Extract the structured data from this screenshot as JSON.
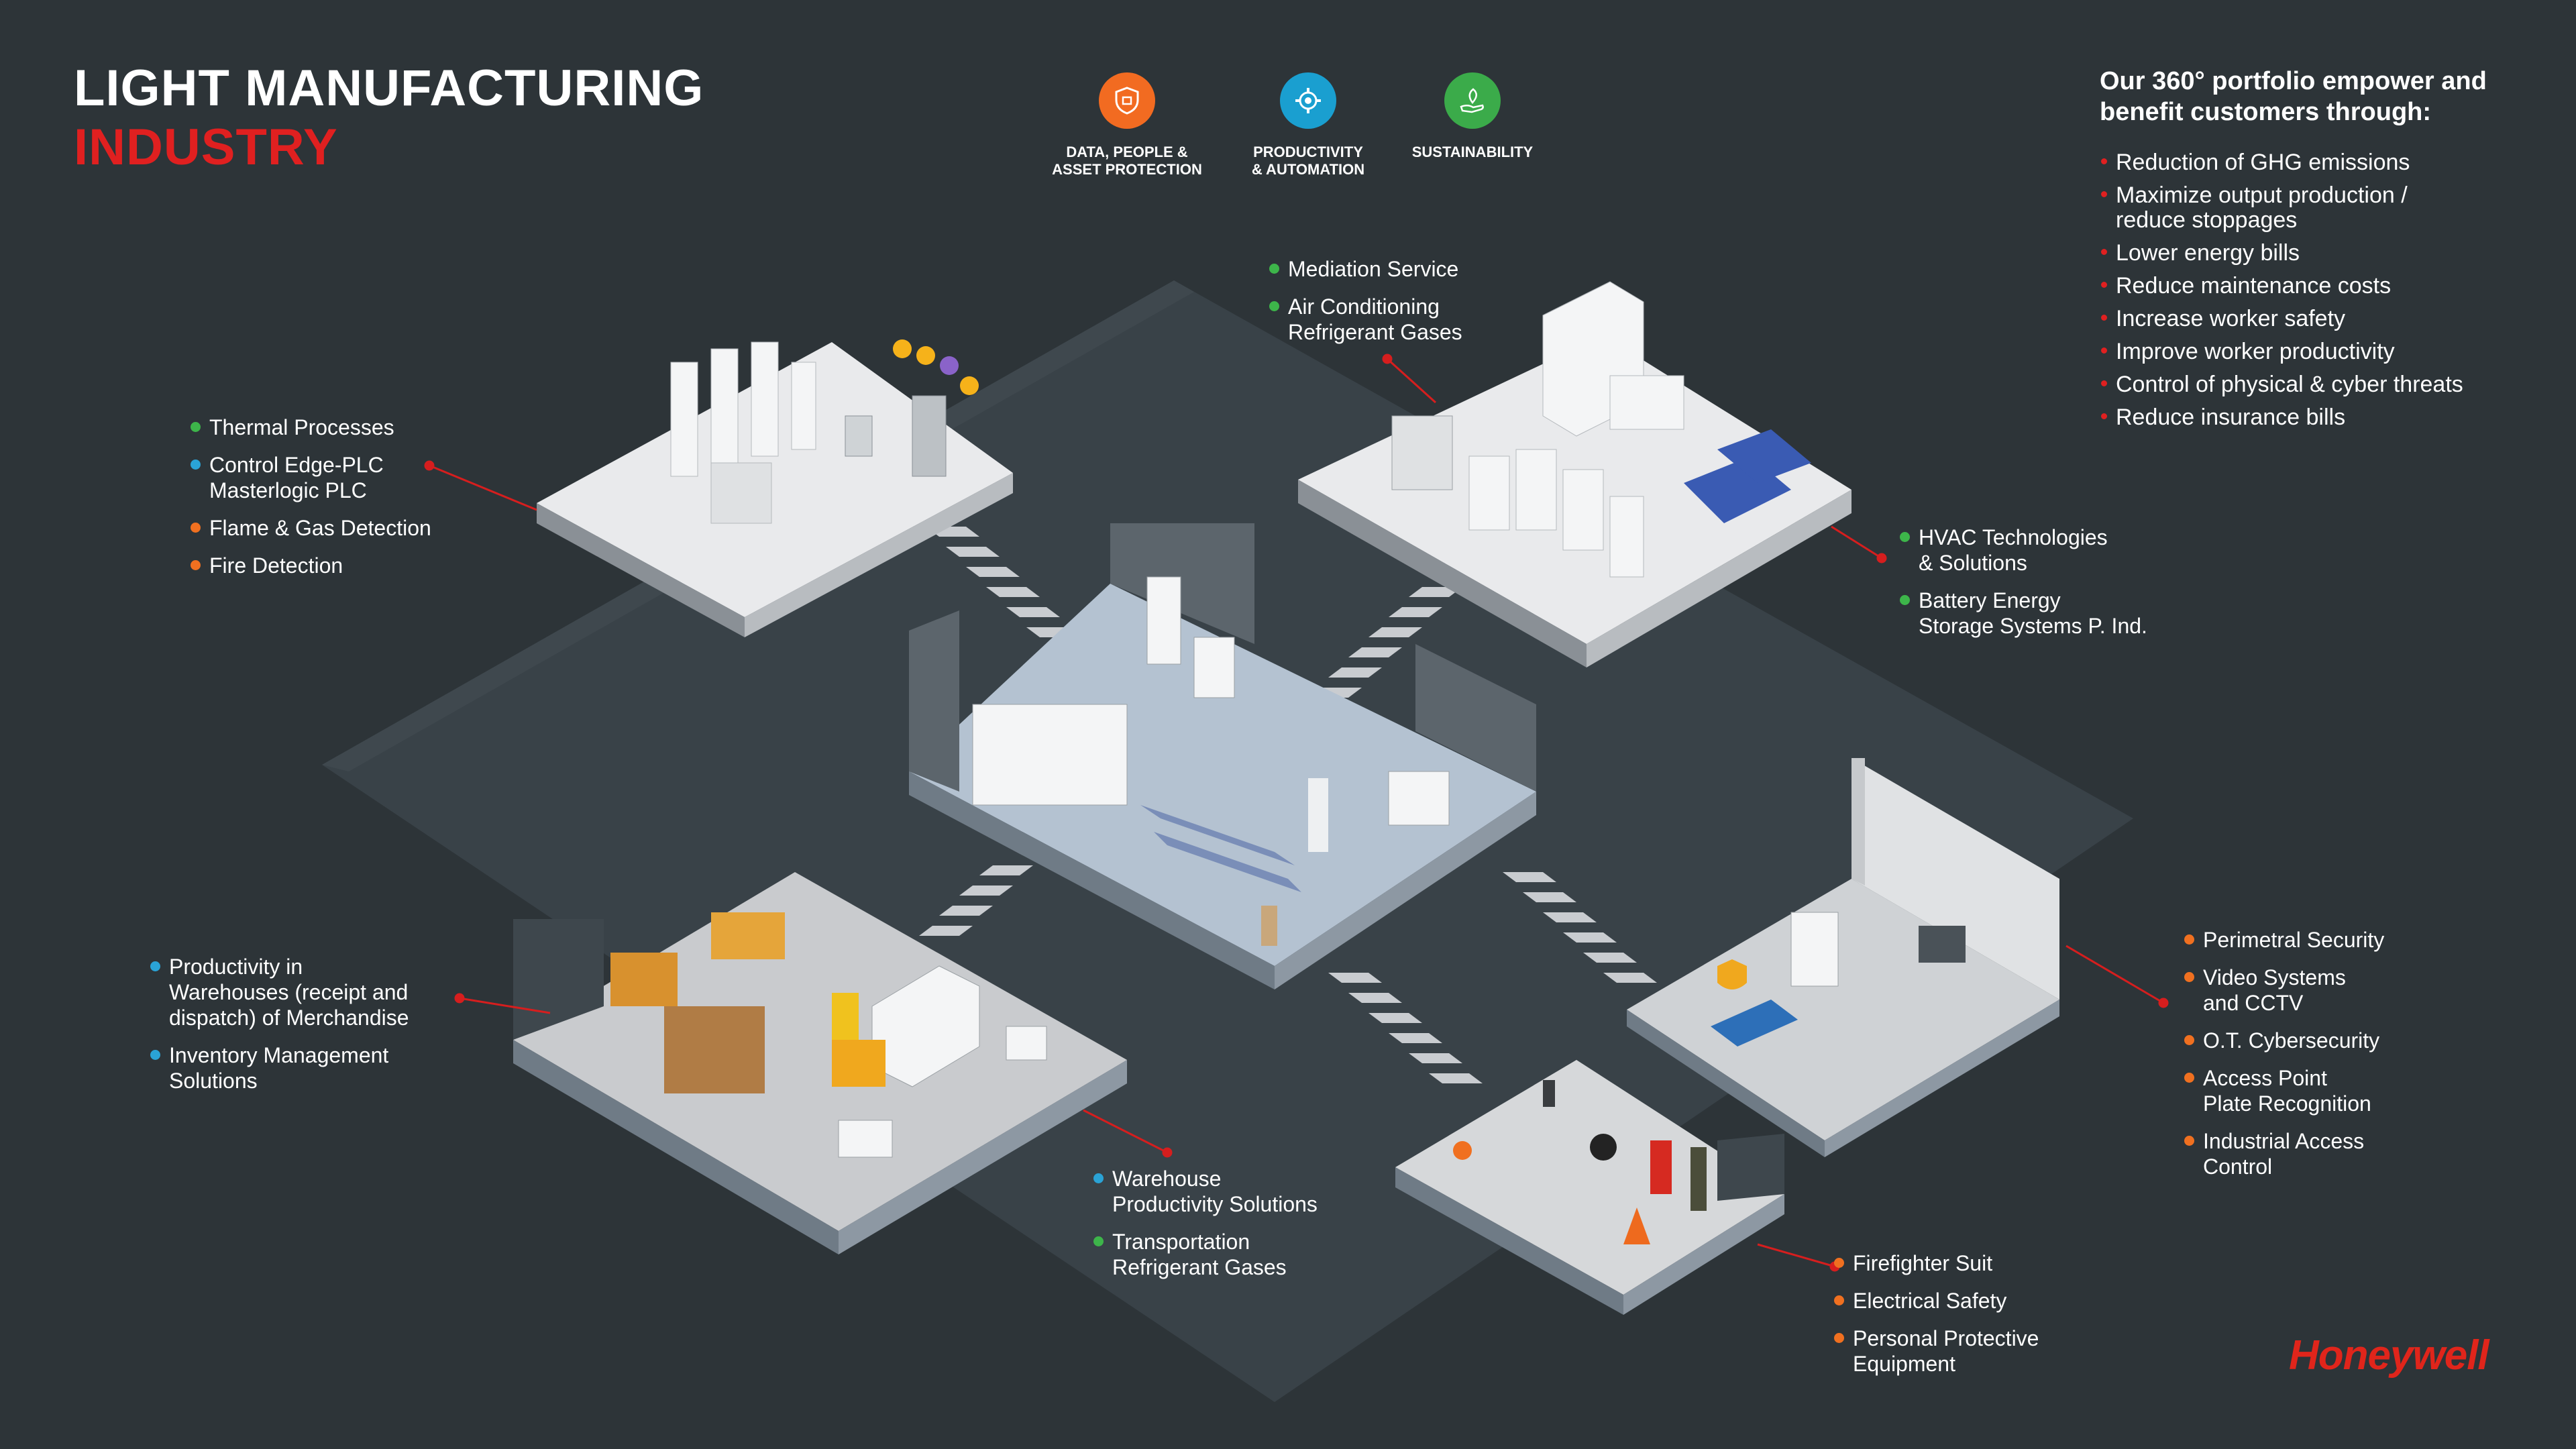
{
  "header": {
    "title_line1": "LIGHT MANUFACTURING",
    "title_line2": "INDUSTRY"
  },
  "pillars": [
    {
      "label_line1": "DATA, PEOPLE &",
      "label_line2": "ASSET PROTECTION",
      "color": "#f26b21",
      "icon": "shield-icon"
    },
    {
      "label_line1": "PRODUCTIVITY",
      "label_line2": "& AUTOMATION",
      "color": "#1a9fd0",
      "icon": "gear-icon"
    },
    {
      "label_line1": "SUSTAINABILITY",
      "label_line2": "",
      "color": "#3bab4a",
      "icon": "leaf-hand-icon"
    }
  ],
  "benefits": {
    "heading_line1": "Our 360° portfolio empower and",
    "heading_line2": "benefit  customers through:",
    "items": [
      "Reduction of GHG emissions",
      "Maximize output production /",
      "reduce stoppages",
      "Lower energy bills",
      "Reduce maintenance costs",
      "Increase worker safety",
      "Improve worker productivity",
      "Control of physical & cyber threats",
      "Reduce insurance bills"
    ]
  },
  "callouts": {
    "thermal": {
      "items": [
        {
          "line1": "Thermal Processes",
          "line2": "",
          "color": "green"
        },
        {
          "line1": "Control Edge-PLC",
          "line2": "Masterlogic PLC",
          "color": "blue"
        },
        {
          "line1": "Flame & Gas Detection",
          "line2": "",
          "color": "orange"
        },
        {
          "line1": "Fire Detection",
          "line2": "",
          "color": "orange"
        }
      ]
    },
    "utilities_top": {
      "items": [
        {
          "line1": "Mediation Service",
          "line2": "",
          "color": "green"
        },
        {
          "line1": "Air Conditioning",
          "line2": "Refrigerant Gases",
          "color": "green"
        }
      ]
    },
    "utilities_side": {
      "items": [
        {
          "line1": "HVAC Technologies",
          "line2": "& Solutions",
          "color": "green"
        },
        {
          "line1": "Battery Energy",
          "line2": "Storage Systems P. Ind.",
          "color": "green"
        }
      ]
    },
    "warehouse_left": {
      "items": [
        {
          "line1": "Productivity in",
          "line2": "Warehouses (receipt and",
          "line3": "dispatch) of Merchandise",
          "color": "blue"
        },
        {
          "line1": "Inventory Management",
          "line2": "Solutions",
          "line3": "",
          "color": "blue"
        }
      ]
    },
    "warehouse_bottom": {
      "items": [
        {
          "line1": "Warehouse",
          "line2": "Productivity Solutions",
          "color": "blue"
        },
        {
          "line1": "Transportation",
          "line2": "Refrigerant Gases",
          "color": "green"
        }
      ]
    },
    "security": {
      "items": [
        {
          "line1": "Perimetral Security",
          "line2": "",
          "color": "orange"
        },
        {
          "line1": "Video Systems",
          "line2": "and CCTV",
          "color": "orange"
        },
        {
          "line1": "O.T. Cybersecurity",
          "line2": "",
          "color": "orange"
        },
        {
          "line1": "Access Point",
          "line2": "Plate Recognition",
          "color": "orange"
        },
        {
          "line1": "Industrial Access",
          "line2": "Control",
          "color": "orange"
        }
      ]
    },
    "safety": {
      "items": [
        {
          "line1": "Firefighter Suit",
          "line2": "",
          "color": "orange"
        },
        {
          "line1": "Electrical Safety",
          "line2": "",
          "color": "orange"
        },
        {
          "line1": "Personal Protective",
          "line2": "Equipment",
          "color": "orange"
        }
      ]
    }
  },
  "brand": {
    "logo_text": "Honeywell",
    "accent_red": "#e02020",
    "background": "#2d3438"
  }
}
